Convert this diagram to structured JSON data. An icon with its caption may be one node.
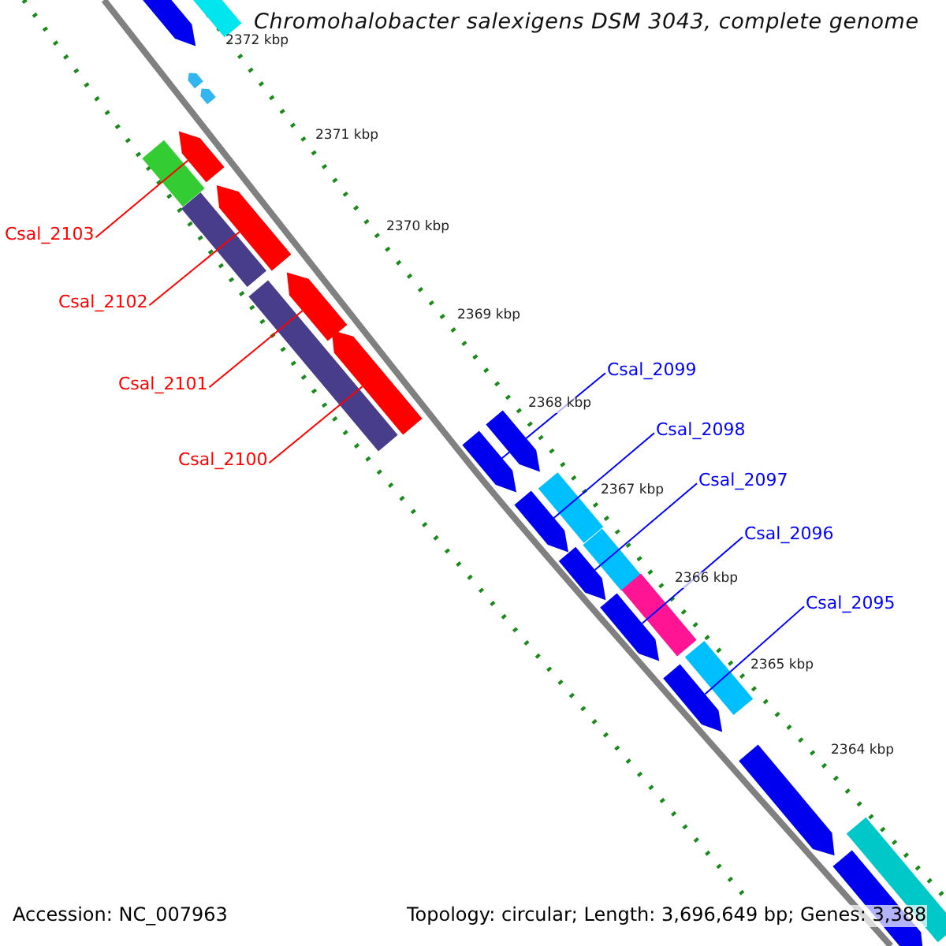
{
  "diagram": {
    "title": "Chromohalobacter salexigens DSM 3043, complete genome",
    "nodes": [
      {
        "text": [
          "Csal_2103"
        ]
      },
      {
        "text": [
          "Csal_2102"
        ]
      },
      {
        "text": [
          "Csal_2101"
        ]
      },
      {
        "text": [
          "Csal_2100"
        ]
      },
      {
        "text": [
          "Csal_2099"
        ]
      },
      {
        "text": [
          "Csal_2098"
        ]
      },
      {
        "text": [
          "Csal_2097"
        ]
      },
      {
        "text": [
          "Csal_2096"
        ]
      },
      {
        "text": [
          "Csal_2095"
        ]
      },
      {
        "text": [],
        "shape": "arrow"
      },
      {
        "text": [],
        "shape": "box"
      },
      {
        "text": [],
        "shape": "arrow"
      },
      {
        "text": [],
        "shape": "arrow"
      },
      {
        "text": [],
        "shape": "arrow"
      },
      {
        "text": [],
        "shape": "box"
      },
      {
        "text": [],
        "shape": "arrow"
      },
      {
        "text": [],
        "shape": "box"
      },
      {
        "text": [],
        "shape": "arrow"
      },
      {
        "text": [],
        "shape": "box"
      },
      {
        "text": [],
        "shape": "arrow"
      },
      {
        "text": [],
        "shape": "arrow"
      },
      {
        "text": [],
        "shape": "arrow"
      },
      {
        "text": [],
        "shape": "box"
      },
      {
        "text": [],
        "shape": "arrow"
      },
      {
        "text": [],
        "shape": "box"
      },
      {
        "text": [],
        "shape": "arrow"
      },
      {
        "text": [],
        "shape": "box"
      },
      {
        "text": [],
        "shape": "arrow"
      },
      {
        "text": [],
        "shape": "box"
      },
      {
        "text": [],
        "shape": "arrow"
      },
      {
        "text": [],
        "shape": "arrow"
      },
      {
        "text": [],
        "shape": "box"
      },
      {
        "text": [],
        "shape": "arrow"
      }
    ],
    "edges": [
      {
        "from": 0,
        "to": 13,
        "arrow": "none",
        "color": "#ff0000"
      },
      {
        "from": 1,
        "to": 15,
        "arrow": "none",
        "color": "#ff0000"
      },
      {
        "from": 2,
        "to": 17,
        "arrow": "none",
        "color": "#ff0000"
      },
      {
        "from": 3,
        "to": 19,
        "arrow": "none",
        "color": "#ff0000"
      },
      {
        "from": 4,
        "to": 21,
        "arrow": "none"
      },
      {
        "from": 5,
        "to": 23,
        "arrow": "none"
      },
      {
        "from": 6,
        "to": 25,
        "arrow": "none"
      },
      {
        "from": 7,
        "to": 27,
        "arrow": "none"
      },
      {
        "from": 8,
        "to": 29,
        "arrow": "none"
      }
    ],
    "labels": [
      "2372 kbp",
      "2371 kbp",
      "2370 kbp",
      "2369 kbp",
      "2368 kbp",
      "2367 kbp",
      "2366 kbp",
      "2365 kbp",
      "2364 kbp",
      "Accession: NC_007963",
      "Topology: circular; Length: 3,696,649 bp; Genes: 3,388"
    ]
  }
}
